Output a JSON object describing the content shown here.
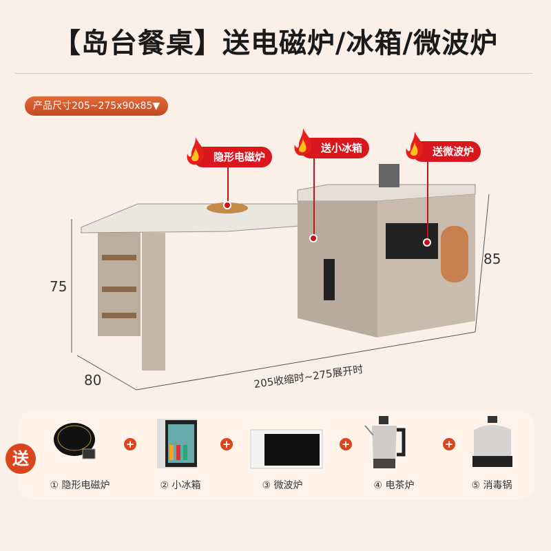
{
  "title": "【岛台餐桌】送电磁炉/冰箱/微波炉",
  "size_badge": "产品尺寸205~275x90x85▼",
  "callouts": [
    "隐形电磁炉",
    "送小冰箱",
    "送微波炉"
  ],
  "dimensions": {
    "height_table": "75",
    "height_cabinet": "85",
    "depth": "80",
    "length": "205收缩时~275展开时"
  },
  "gift_badge": "送",
  "plus_sign": "+",
  "gifts": [
    {
      "label": "① 隐形电磁炉",
      "icon": "induction-cooker"
    },
    {
      "label": "② 小冰箱",
      "icon": "mini-fridge"
    },
    {
      "label": "③ 微波炉",
      "icon": "microwave"
    },
    {
      "label": "④ 电茶炉",
      "icon": "electric-kettle"
    },
    {
      "label": "⑤ 消毒锅",
      "icon": "sterilizer-pot"
    }
  ],
  "colors": {
    "accent": "#d8161b",
    "badge": "#d9461d",
    "background": "#fbf0e8"
  }
}
